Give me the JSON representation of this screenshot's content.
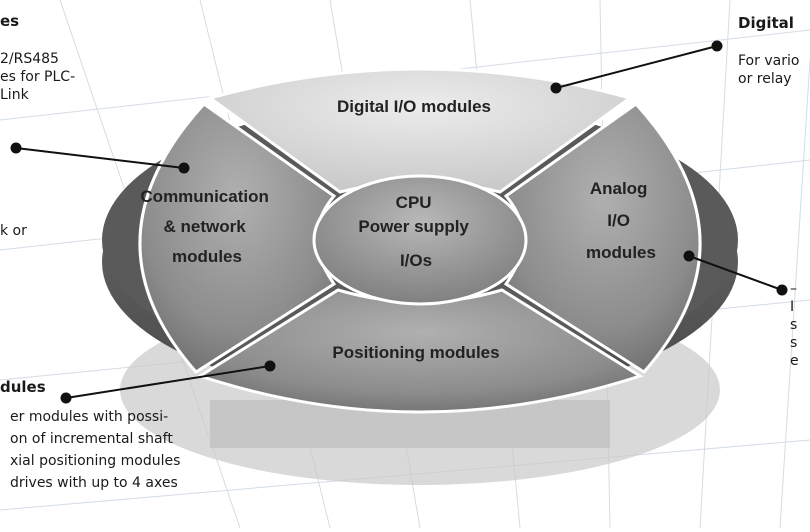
{
  "diagram": {
    "segments": {
      "digital": "Digital I/O modules",
      "communication": [
        "Communication",
        "& network",
        "modules"
      ],
      "analog": [
        "Analog",
        "I/O",
        "modules"
      ],
      "positioning": "Positioning modules",
      "center": [
        "CPU",
        "Power supply",
        "I/Os"
      ]
    },
    "callouts": {
      "communication": {
        "title": "es",
        "lines": [
          "2/RS485",
          "es for PLC-",
          "Link",
          "k or"
        ]
      },
      "digital": {
        "title": "Digital",
        "lines": [
          "For vario",
          "or relay"
        ]
      },
      "analog": {
        "lines": [
          "–",
          "I",
          "s",
          "s",
          "e"
        ]
      },
      "positioning": {
        "title": "dules",
        "lines": [
          "er modules with possi-",
          "on of incremental shaft",
          "xial positioning modules",
          "drives with up to 4 axes"
        ]
      }
    },
    "colors": {
      "segment": "#8a8a8a",
      "segment_light": "#d6d6d6",
      "center": "#9a9a9a",
      "shadow": "#c8c8c8",
      "grid": "#d4dce6"
    }
  }
}
